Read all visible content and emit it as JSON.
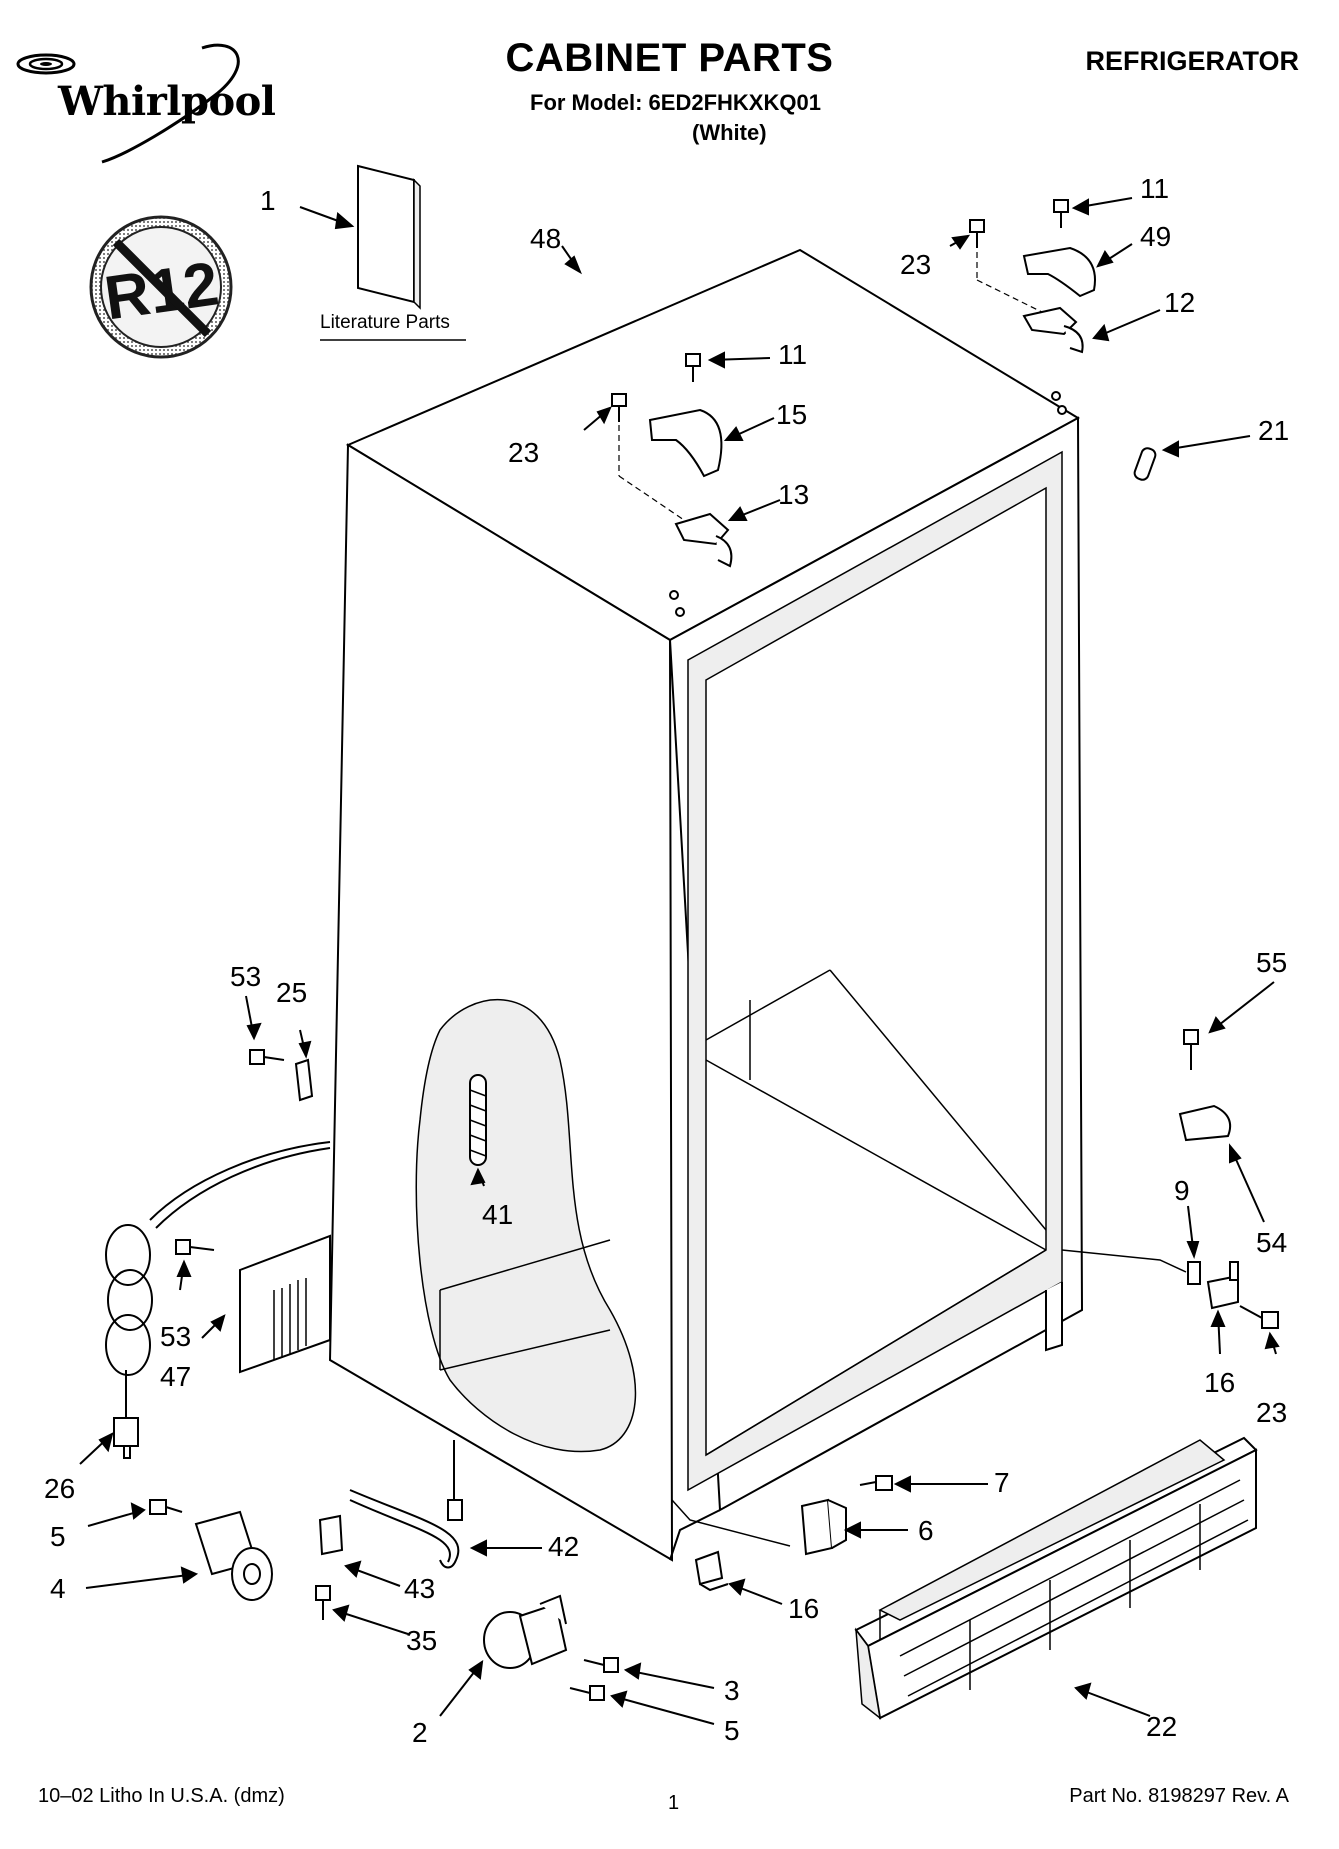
{
  "header": {
    "brand": "Whirlpool",
    "title": "CABINET PARTS",
    "model_line": "For Model: 6ED2FHKXKQ01",
    "color_line": "(White)",
    "product": "REFRIGERATOR"
  },
  "seal": {
    "text": "R12"
  },
  "literature": {
    "caption": "Literature Parts"
  },
  "callouts": {
    "c1": "1",
    "c48": "48",
    "c23a": "23",
    "c11a": "11",
    "c49": "49",
    "c12": "12",
    "c11b": "11",
    "c23b": "23",
    "c15": "15",
    "c13": "13",
    "c21": "21",
    "c53a": "53",
    "c25": "25",
    "c41": "41",
    "c55": "55",
    "c9": "9",
    "c54": "54",
    "c53b": "53",
    "c47": "47",
    "c16a": "16",
    "c23c": "23",
    "c26": "26",
    "c7": "7",
    "c6": "6",
    "c5a": "5",
    "c42": "42",
    "c4": "4",
    "c43": "43",
    "c16b": "16",
    "c22": "22",
    "c35": "35",
    "c3": "3",
    "c2": "2",
    "c5b": "5"
  },
  "footer": {
    "left": "10–02 Litho In U.S.A. (dmz)",
    "center": "1",
    "right": "Part No. 8198297 Rev. A"
  }
}
